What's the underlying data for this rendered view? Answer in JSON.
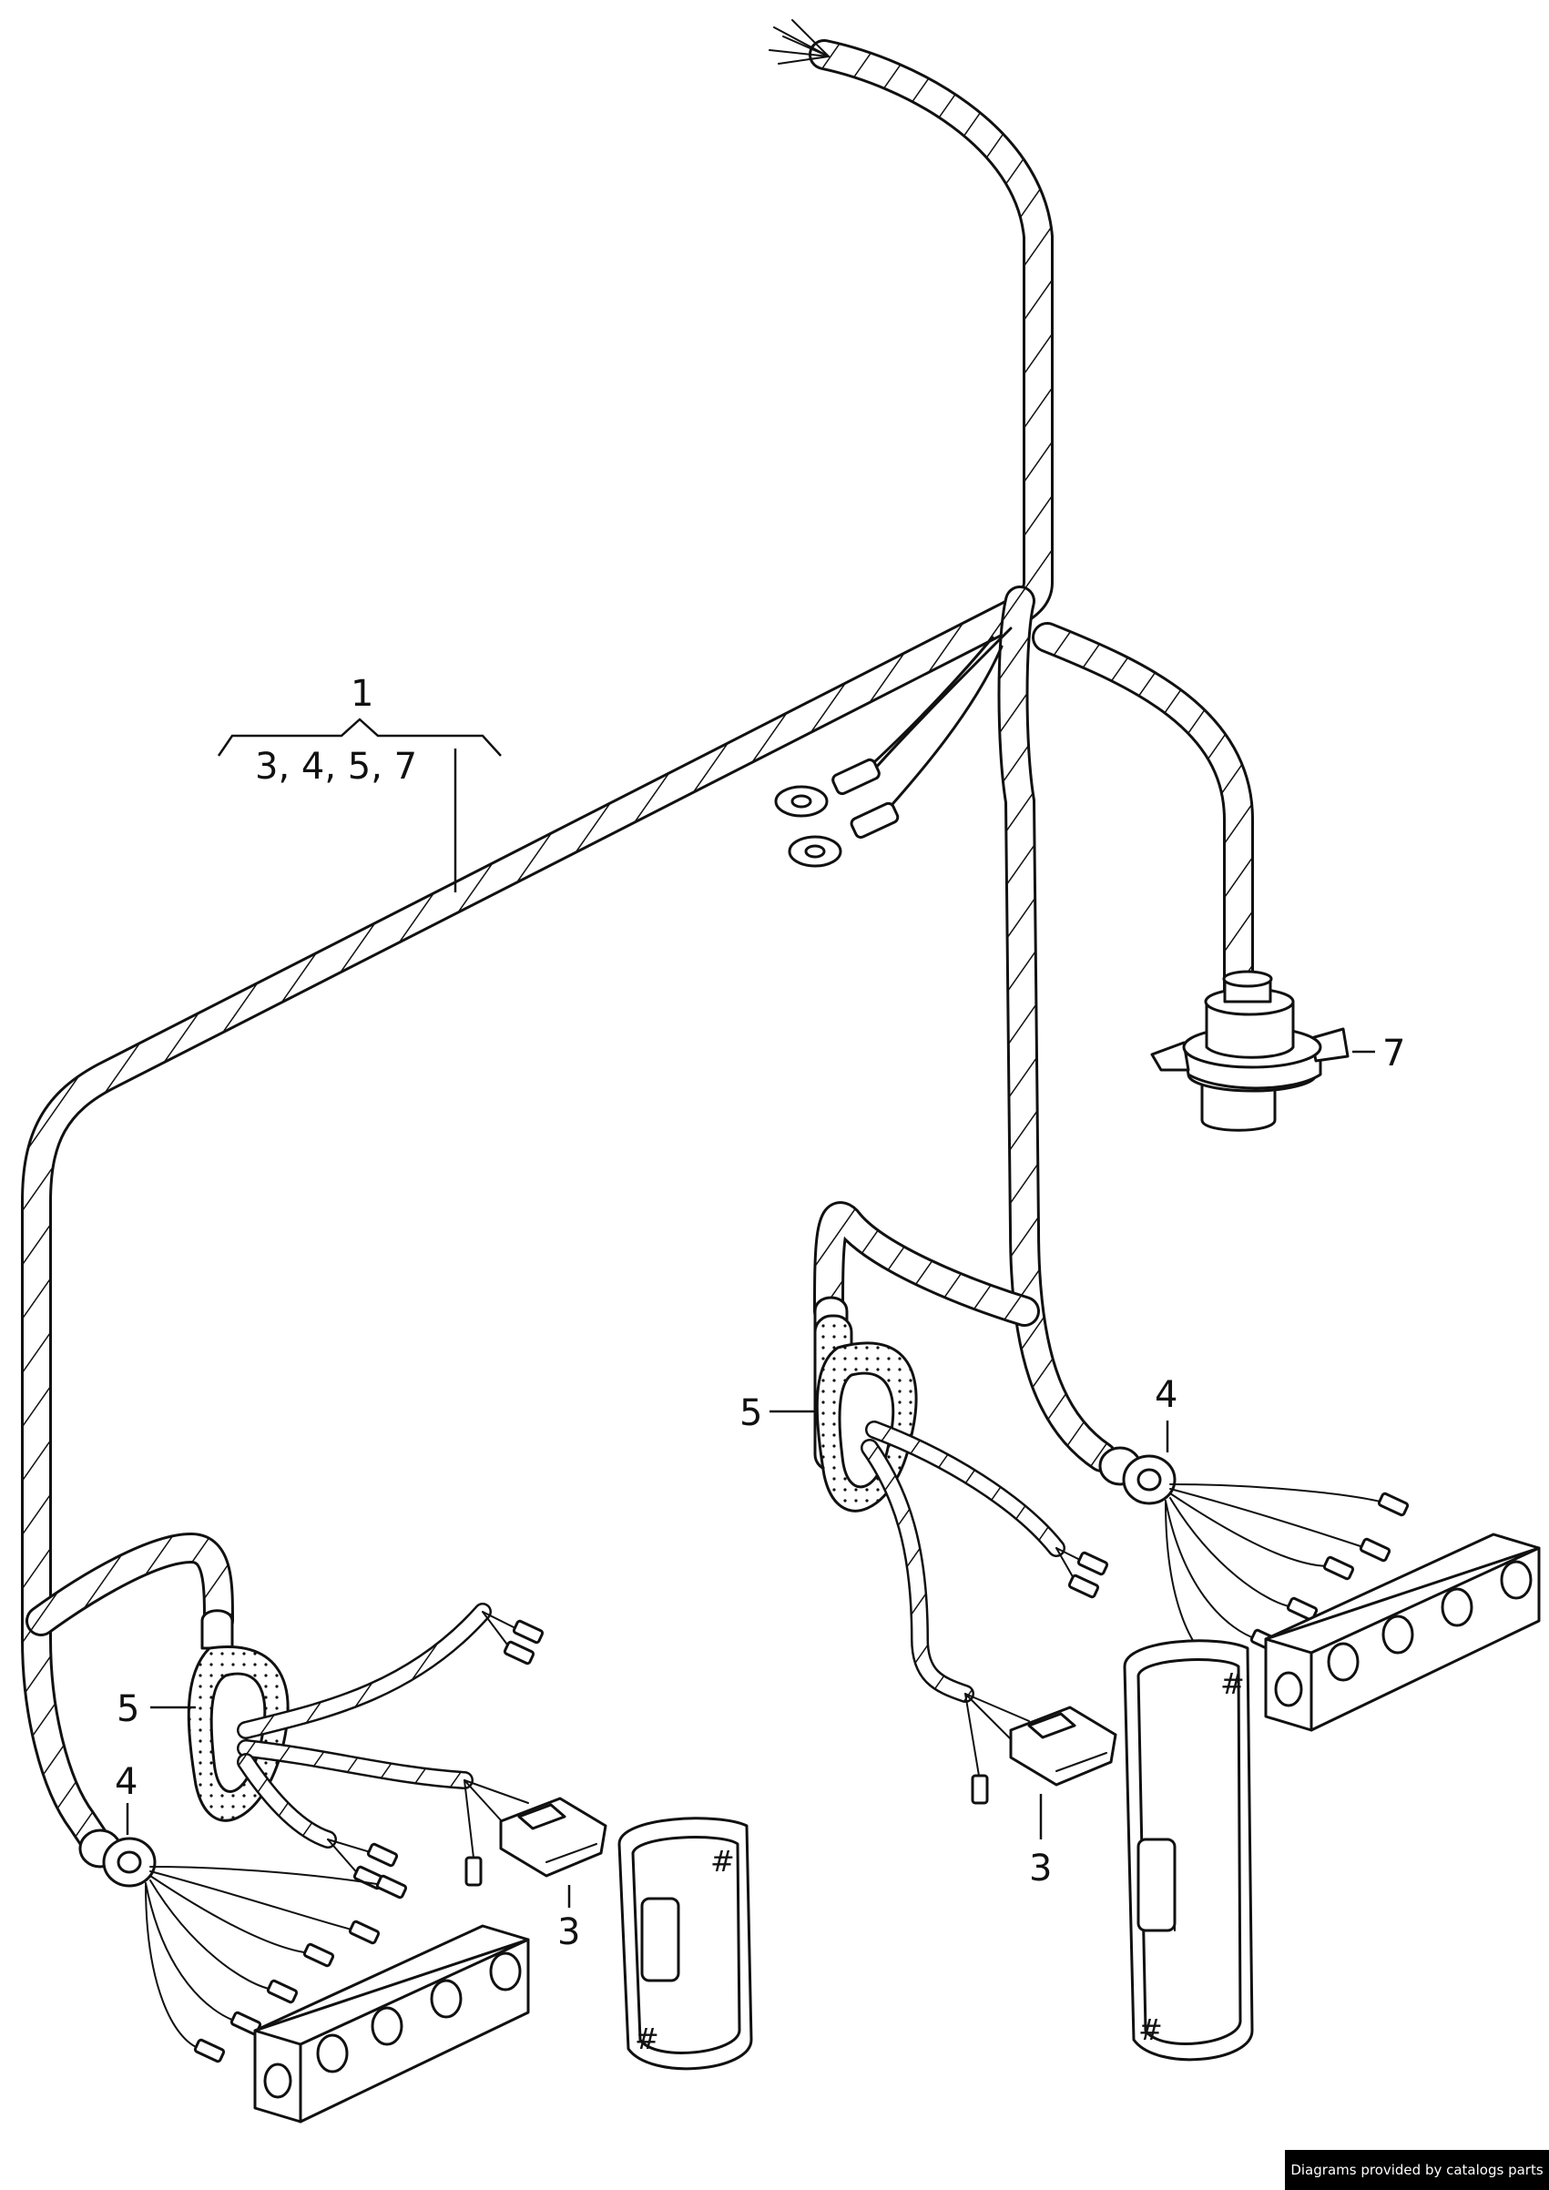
{
  "callouts": {
    "group_top": "1",
    "group_bottom": "3, 4, 5, 7",
    "left_grommet": "5",
    "left_connector_ring": "4",
    "left_plug": "3",
    "right_grommet": "5",
    "right_connector_ring": "4",
    "right_plug": "3",
    "bulb_holder": "7"
  },
  "footer": {
    "credit": "Diagrams provided by catalogs parts"
  }
}
